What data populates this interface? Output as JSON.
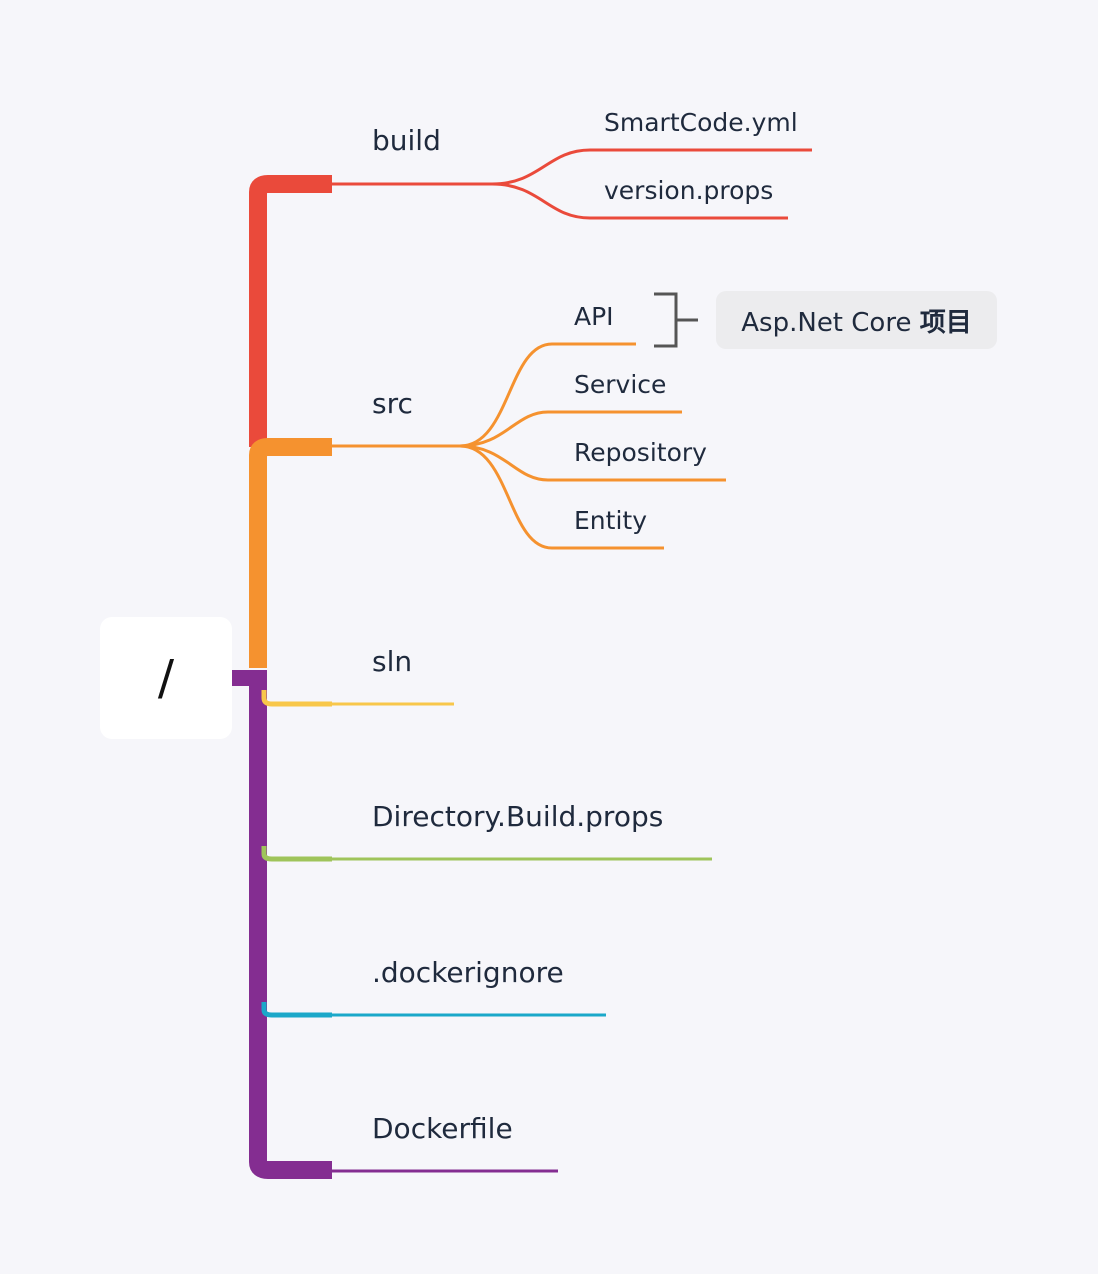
{
  "root": {
    "label": "/"
  },
  "colors": {
    "build": "#ea4a3b",
    "src": "#f5922f",
    "sln": "#f8c74a",
    "directory_build_props": "#9fc45a",
    "dockerignore": "#1ba8c9",
    "dockerfile": "#842d91",
    "summary_bracket": "#555555"
  },
  "branches": [
    {
      "id": "build",
      "label": "build",
      "children": [
        {
          "label": "SmartCode.yml"
        },
        {
          "label": "version.props"
        }
      ]
    },
    {
      "id": "src",
      "label": "src",
      "children": [
        {
          "label": "API"
        },
        {
          "label": "Service"
        },
        {
          "label": "Repository"
        },
        {
          "label": "Entity"
        }
      ]
    },
    {
      "id": "sln",
      "label": "sln",
      "children": []
    },
    {
      "id": "directory_build_props",
      "label": "Directory.Build.props",
      "children": []
    },
    {
      "id": "dockerignore",
      "label": ".dockerignore",
      "children": []
    },
    {
      "id": "dockerfile",
      "label": "Dockerfile",
      "children": []
    }
  ],
  "summary": {
    "label_prefix": "Asp.Net Core ",
    "label_bold": "项目"
  }
}
